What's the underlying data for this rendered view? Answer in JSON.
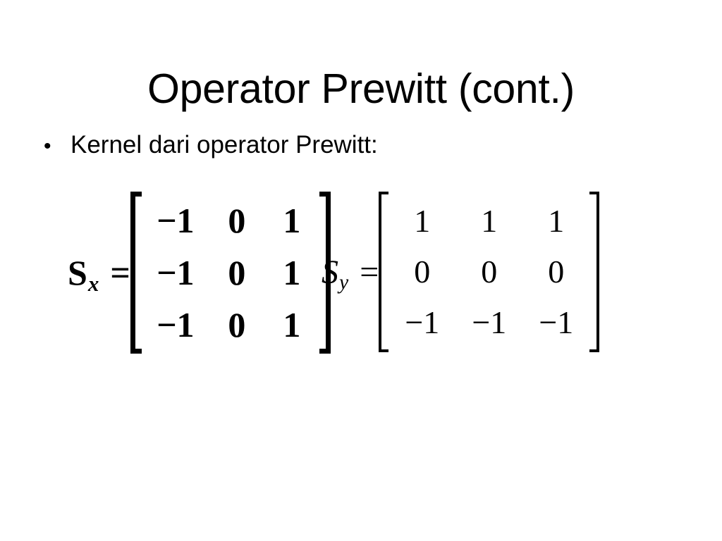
{
  "slide": {
    "title": "Operator Prewitt (cont.)",
    "background_color": "#ffffff",
    "text_color": "#000000"
  },
  "body": {
    "bullet_marker": "•",
    "bullet_text": "Kernel dari operator Prewitt:"
  },
  "equations": [
    {
      "id": "sx",
      "symbol": "S",
      "subscript": "x",
      "equals": "=",
      "style": "bold-upright-serif",
      "rows": [
        [
          "−1",
          "0",
          "1"
        ],
        [
          "−1",
          "0",
          "1"
        ],
        [
          "−1",
          "0",
          "1"
        ]
      ]
    },
    {
      "id": "sy",
      "symbol": "S",
      "subscript": "y",
      "equals": "=",
      "style": "regular-italic-serif",
      "rows": [
        [
          "1",
          "1",
          "1"
        ],
        [
          "0",
          "0",
          "0"
        ],
        [
          "−1",
          "−1",
          "−1"
        ]
      ]
    }
  ]
}
